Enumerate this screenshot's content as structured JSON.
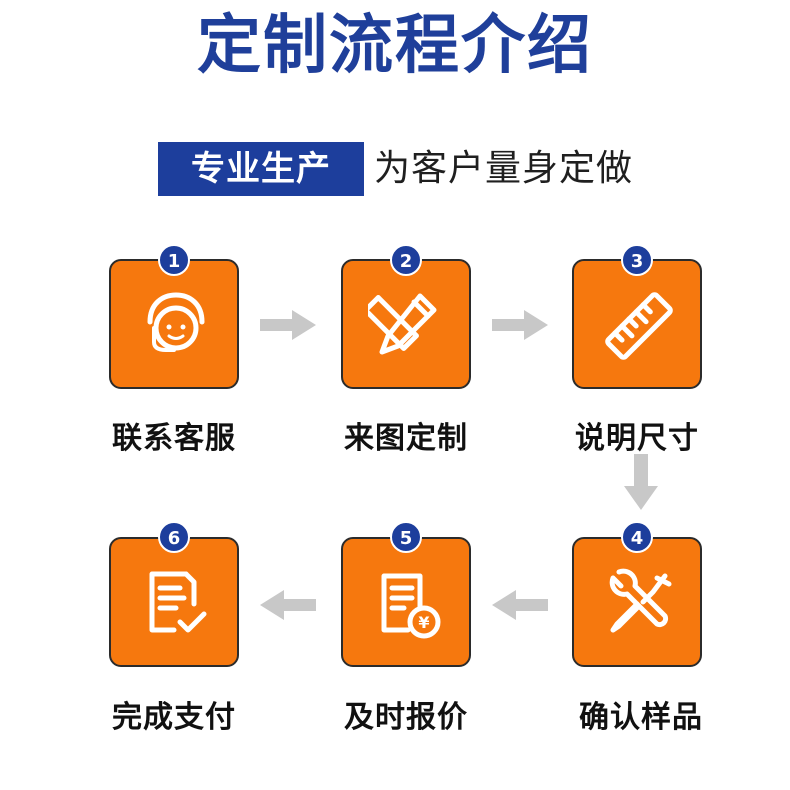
{
  "title": "定制流程介绍",
  "subtitle": {
    "badge": "专业生产",
    "text": "为客户量身定做"
  },
  "steps": [
    {
      "num": "1",
      "label": "联系客服",
      "icon": "customer-service-icon"
    },
    {
      "num": "2",
      "label": "来图定制",
      "icon": "design-tools-icon"
    },
    {
      "num": "3",
      "label": "说明尺寸",
      "icon": "ruler-icon"
    },
    {
      "num": "4",
      "label": "确认样品",
      "icon": "wrench-screwdriver-icon"
    },
    {
      "num": "5",
      "label": "及时报价",
      "icon": "quote-document-icon"
    },
    {
      "num": "6",
      "label": "完成支付",
      "icon": "payment-document-icon"
    }
  ],
  "colors": {
    "accent": "#f6780e",
    "brand": "#1d3e9c",
    "arrow": "#c8c8c8"
  }
}
